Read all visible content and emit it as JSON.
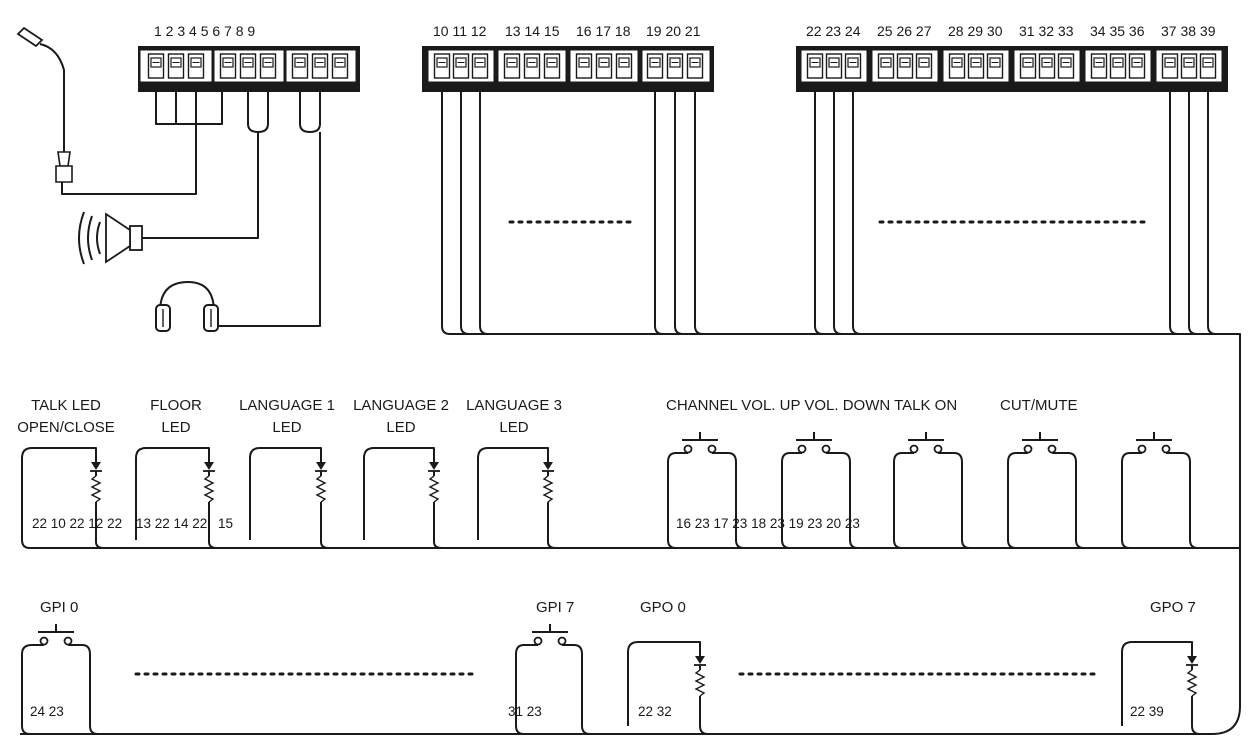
{
  "top_header": {
    "pins_left": "1 2 3 4 5 6 7 8 9",
    "pins_middle": [
      "10 11 12",
      "13 14 15",
      "16 17 18",
      "19 20 21"
    ],
    "pins_right": [
      "22 23 24",
      "25 26 27",
      "28 29 30",
      "31 32 33",
      "34 35 36",
      "37 38 39"
    ]
  },
  "devices": [
    {
      "name": "microphone",
      "icon": "microphone-icon"
    },
    {
      "name": "loudspeaker",
      "icon": "loudspeaker-icon"
    },
    {
      "name": "headphones",
      "icon": "headphones-icon"
    }
  ],
  "led_row": {
    "labels": [
      {
        "line1": "TALK LED",
        "line2": "OPEN/CLOSE"
      },
      {
        "line1": "FLOOR",
        "line2": "LED"
      },
      {
        "line1": "LANGUAGE 1",
        "line2": "LED"
      },
      {
        "line1": "LANGUAGE 2",
        "line2": "LED"
      },
      {
        "line1": "LANGUAGE 3",
        "line2": "LED"
      }
    ],
    "pin_text": [
      "22 10 22 12 22",
      "13 22 14 22",
      "15"
    ]
  },
  "button_row": {
    "label_line": "CHANNEL VOL. UP VOL. DOWN TALK ON",
    "label_cut": "CUT/MUTE",
    "pin_text": "16 23 17 23 18 23 19 23 20 23"
  },
  "gpio_row": {
    "gpi0": {
      "label": "GPI 0",
      "pins": "24 23"
    },
    "gpi7": {
      "label": "GPI 7",
      "pins": "31 23"
    },
    "gpo0": {
      "label": "GPO 0",
      "pins": "22 32"
    },
    "gpo7": {
      "label": "GPO 7",
      "pins": "22 39"
    }
  }
}
